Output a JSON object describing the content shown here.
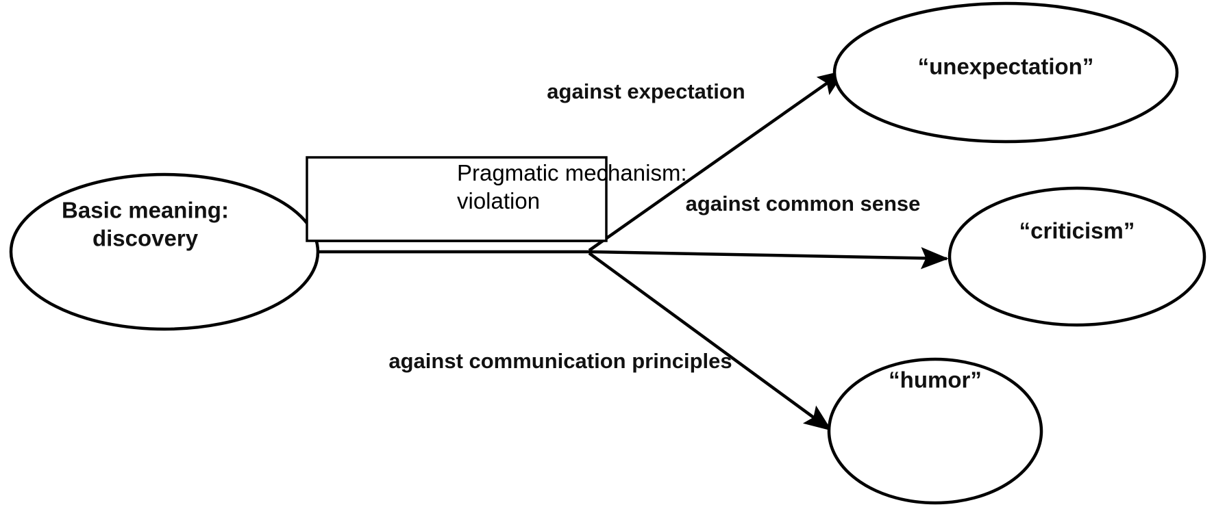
{
  "diagram": {
    "title": "Semantic-pragmatic derivation diagram",
    "colors": {
      "stroke": "#000000",
      "fill": "#ffffff",
      "text": "#111111",
      "background": "#ffffff"
    },
    "nodes": {
      "basic_meaning": {
        "shape": "ellipse",
        "line1": "Basic meaning:",
        "line2": "discovery"
      },
      "pragmatic_mechanism": {
        "shape": "rectangle",
        "line1": "Pragmatic mechanism:",
        "line2": "violation"
      },
      "unexpectation": {
        "shape": "ellipse",
        "label": "“unexpectation”"
      },
      "criticism": {
        "shape": "ellipse",
        "label": "“criticism”"
      },
      "humor": {
        "shape": "ellipse",
        "label": "“humor”"
      }
    },
    "edges": [
      {
        "id": "edge-against-expectation",
        "label": "against expectation",
        "from": "pragmatic_mechanism",
        "to": "unexpectation"
      },
      {
        "id": "edge-against-common-sense",
        "label": "against common sense",
        "from": "pragmatic_mechanism",
        "to": "criticism"
      },
      {
        "id": "edge-against-communication-principles",
        "label": "against communication principles",
        "from": "pragmatic_mechanism",
        "to": "humor"
      }
    ]
  }
}
